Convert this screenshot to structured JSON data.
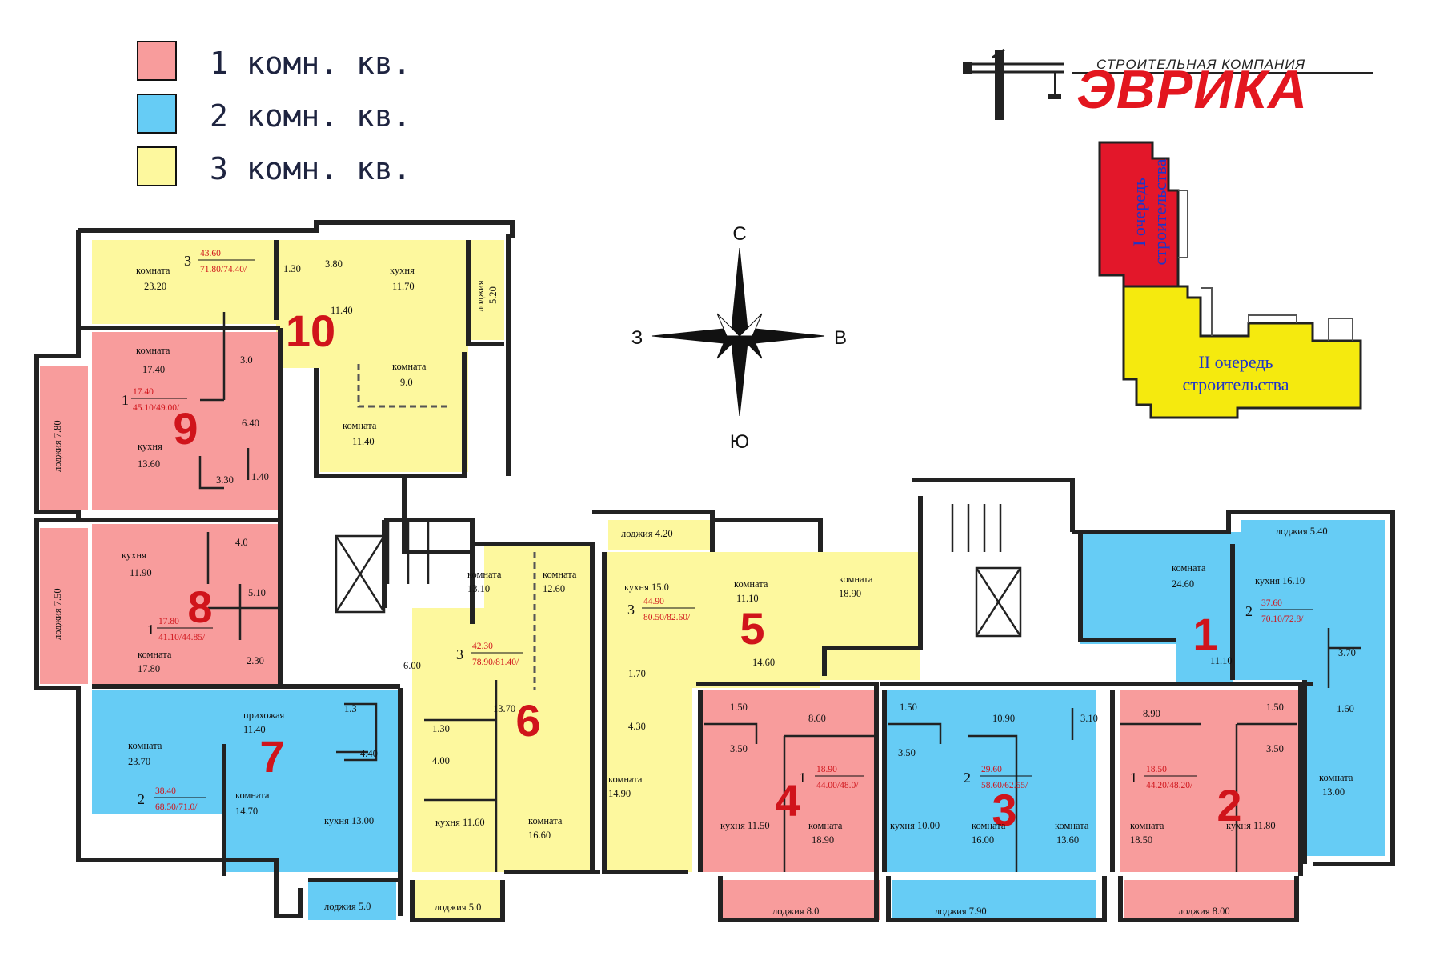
{
  "legend": {
    "items": [
      {
        "label": "1 комн. кв.",
        "color": "#f89c9c"
      },
      {
        "label": "2 комн. кв.",
        "color": "#66ccf5"
      },
      {
        "label": "3 комн. кв.",
        "color": "#fdf89e"
      }
    ]
  },
  "logo": {
    "subtitle": "СТРОИТЕЛЬНАЯ КОМПАНИЯ",
    "title": "ЭВРИКА",
    "color": "#e3161f"
  },
  "compass": {
    "n": "С",
    "s": "Ю",
    "w": "З",
    "e": "В"
  },
  "site_plan": {
    "stage1": "I очередь строительства",
    "stage1_line1": "I очередь",
    "stage1_line2": "строительства",
    "stage2_line1": "II очередь",
    "stage2_line2": "строительства",
    "stage1_color": "#e3172a",
    "stage2_color": "#f5ea0e"
  },
  "apartments": [
    {
      "number": "1",
      "rooms": "2",
      "area_living": "37.60",
      "area_total": "70.10/72.8/"
    },
    {
      "number": "2",
      "rooms": "1",
      "area_living": "18.50",
      "area_total": "44.20/48.20/"
    },
    {
      "number": "3",
      "rooms": "2",
      "area_living": "29.60",
      "area_total": "58.60/62.55/"
    },
    {
      "number": "4",
      "rooms": "1",
      "area_living": "18.90",
      "area_total": "44.00/48.0/"
    },
    {
      "number": "5",
      "rooms": "3",
      "area_living": "44.90",
      "area_total": "80.50/82.60/"
    },
    {
      "number": "6",
      "rooms": "3",
      "area_living": "42.30",
      "area_total": "78.90/81.40/"
    },
    {
      "number": "7",
      "rooms": "2",
      "area_living": "38.40",
      "area_total": "68.50/71.0/"
    },
    {
      "number": "8",
      "rooms": "1",
      "area_living": "17.80",
      "area_total": "41.10/44.85/"
    },
    {
      "number": "9",
      "rooms": "1",
      "area_living": "17.40",
      "area_total": "45.10/49.00/"
    },
    {
      "number": "10",
      "rooms": "3",
      "area_living": "43.60",
      "area_total": "71.80/74.40/"
    }
  ],
  "rooms": {
    "a10_komnata": "комната",
    "a10_komnata_a": "23.20",
    "a10_s1": "1.30",
    "a10_s2": "3.80",
    "a10_kuhnya": "кухня",
    "a10_kuhnya_a": "11.70",
    "a10_loggia": "лоджия",
    "a10_loggia_a": "5.20",
    "a10_hall": "11.40",
    "a10_k2": "комната",
    "a10_k2_a": "9.0",
    "a10_k3": "комната",
    "a10_k3_a": "11.40",
    "a9_komnata": "комната",
    "a9_komnata_a": "17.40",
    "a9_s1": "3.0",
    "a9_s2": "6.40",
    "a9_kuhnya": "кухня",
    "a9_kuhnya_a": "13.60",
    "a9_s3": "3.30",
    "a9_s4": "1.40",
    "a9_loggia": "лоджия 7.80",
    "a8_kuhnya": "кухня",
    "a8_kuhnya_a": "11.90",
    "a8_s1": "4.0",
    "a8_s2": "5.10",
    "a8_komnata": "комната",
    "a8_komnata_a": "17.80",
    "a8_s3": "2.30",
    "a8_loggia": "лоджия 7.50",
    "a7_hall": "прихожая",
    "a7_hall_a": "11.40",
    "a7_s1": "1.3",
    "a7_s2": "4.40",
    "a7_komnata": "комната",
    "a7_komnata_a": "23.70",
    "a7_k2": "комната",
    "a7_k2_a": "14.70",
    "a7_kuhnya": "кухня 13.00",
    "a7_loggia": "лоджия 5.0",
    "a6_k1": "комната",
    "a6_k1_a": "13.10",
    "a6_k2": "комната",
    "a6_k2_a": "12.60",
    "a6_s1": "6.00",
    "a6_s2": "13.70",
    "a6_s3": "1.30",
    "a6_s4": "4.00",
    "a6_kuhnya": "кухня 11.60",
    "a6_k3": "комната",
    "a6_k3_a": "16.60",
    "a6_loggia": "лоджия 5.0",
    "a5_loggia": "лоджия 4.20",
    "a5_kuhnya": "кухня 15.0",
    "a5_k1": "комната",
    "a5_k1_a": "11.10",
    "a5_k2": "комната",
    "a5_k2_a": "18.90",
    "a5_s1": "14.60",
    "a5_s2": "1.70",
    "a5_s3": "4.30",
    "a5_k3": "комната",
    "a5_k3_a": "14.90",
    "a4_s1": "1.50",
    "a4_s2": "8.60",
    "a4_s3": "3.50",
    "a4_kuhnya": "кухня 11.50",
    "a4_k": "комната",
    "a4_k_a": "18.90",
    "a4_loggia": "лоджия 8.0",
    "a3_s1": "1.50",
    "a3_s2": "10.90",
    "a3_s3": "3.10",
    "a3_s4": "3.50",
    "a3_kuhnya": "кухня 10.00",
    "a3_k1": "комната",
    "a3_k1_a": "16.00",
    "a3_k2": "комната",
    "a3_k2_a": "13.60",
    "a3_loggia": "лоджия 7.90",
    "a2_s1": "8.90",
    "a2_s2": "1.50",
    "a2_s3": "3.50",
    "a2_k": "комната",
    "a2_k_a": "18.50",
    "a2_kuhnya": "кухня 11.80",
    "a2_loggia": "лоджия 8.00",
    "a1_loggia": "лоджия 5.40",
    "a1_k1": "комната",
    "a1_k1_a": "24.60",
    "a1_kuhnya": "кухня 16.10",
    "a1_s1": "11.10",
    "a1_s2": "3.70",
    "a1_s3": "1.60",
    "a1_k2": "комната",
    "a1_k2_a": "13.00"
  }
}
